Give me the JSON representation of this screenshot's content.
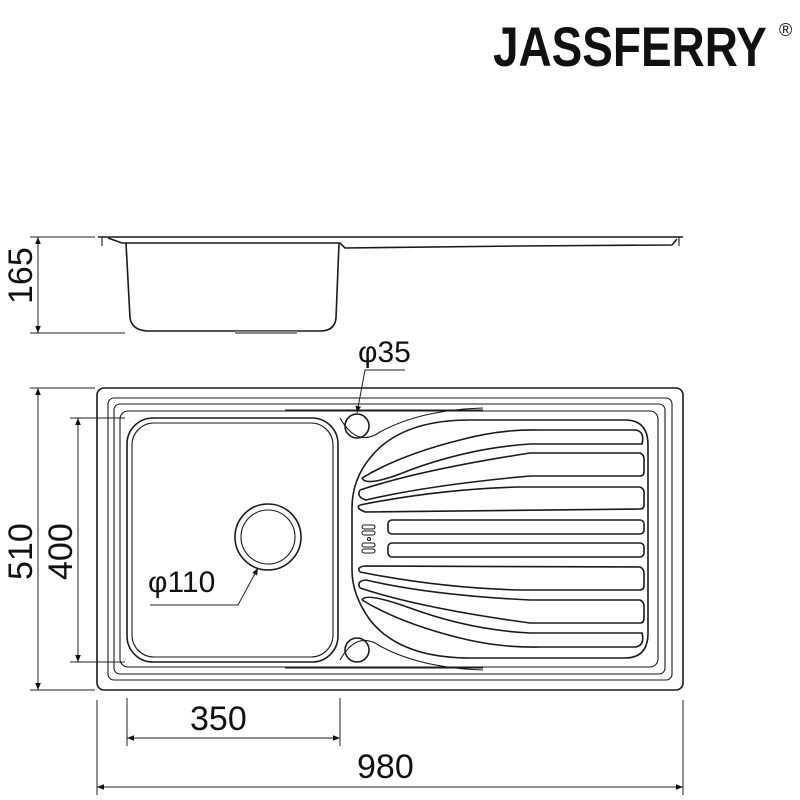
{
  "brand": {
    "name": "JASSFERRY",
    "registered_mark": "®"
  },
  "dimensions": {
    "depth": "165",
    "overall_width": "510",
    "bowl_width": "400",
    "bowl_length": "350",
    "overall_length": "980",
    "tap_hole": "φ35",
    "waste_hole": "φ110"
  }
}
